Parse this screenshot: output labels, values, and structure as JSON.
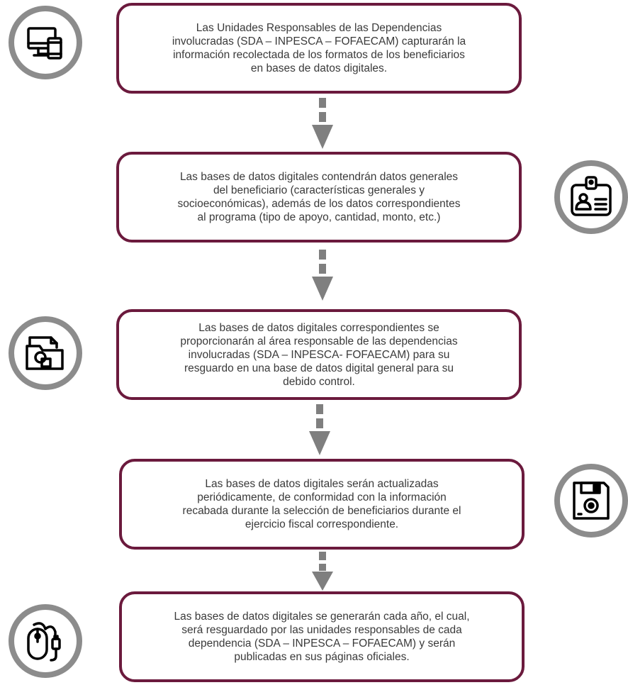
{
  "steps": [
    {
      "text": "Las Unidades Responsables de las Dependencias\ninvolucradas (SDA – INPESCA – FOFAECAM) capturarán la\ninformación recolectada de los formatos de los beneficiarios\nen bases de datos digitales."
    },
    {
      "text": "Las bases de datos digitales contendrán datos generales\ndel beneficiario (características generales y\nsocioeconómicas), además de los datos correspondientes\nal programa (tipo de apoyo, cantidad, monto, etc.)"
    },
    {
      "text": "Las bases de datos digitales correspondientes se\nproporcionarán al área responsable de las dependencias\ninvolucradas (SDA – INPESCA- FOFAECAM) para su\nresguardo en una base de datos digital general para su\ndebido control."
    },
    {
      "text": "Las bases de datos digitales serán actualizadas\nperiódicamente, de conformidad con la información\nrecabada durante la selección de beneficiarios durante el\nejercicio fiscal correspondiente."
    },
    {
      "text": "Las bases de datos digitales se generarán cada año, el cual,\nserá resguardado por las unidades responsables de cada\ndependencia (SDA – INPESCA – FOFAECAM) y serán\npublicadas en sus páginas oficiales."
    }
  ],
  "icons": [
    "computer-devices-icon",
    "id-badge-icon",
    "folder-documents-icon",
    "floppy-disk-icon",
    "mouse-icon"
  ],
  "colors": {
    "border": "#6b1a3d",
    "arrow": "#7f7f7f",
    "icon_ring": "#8c8c8c",
    "icon": "#000000"
  }
}
